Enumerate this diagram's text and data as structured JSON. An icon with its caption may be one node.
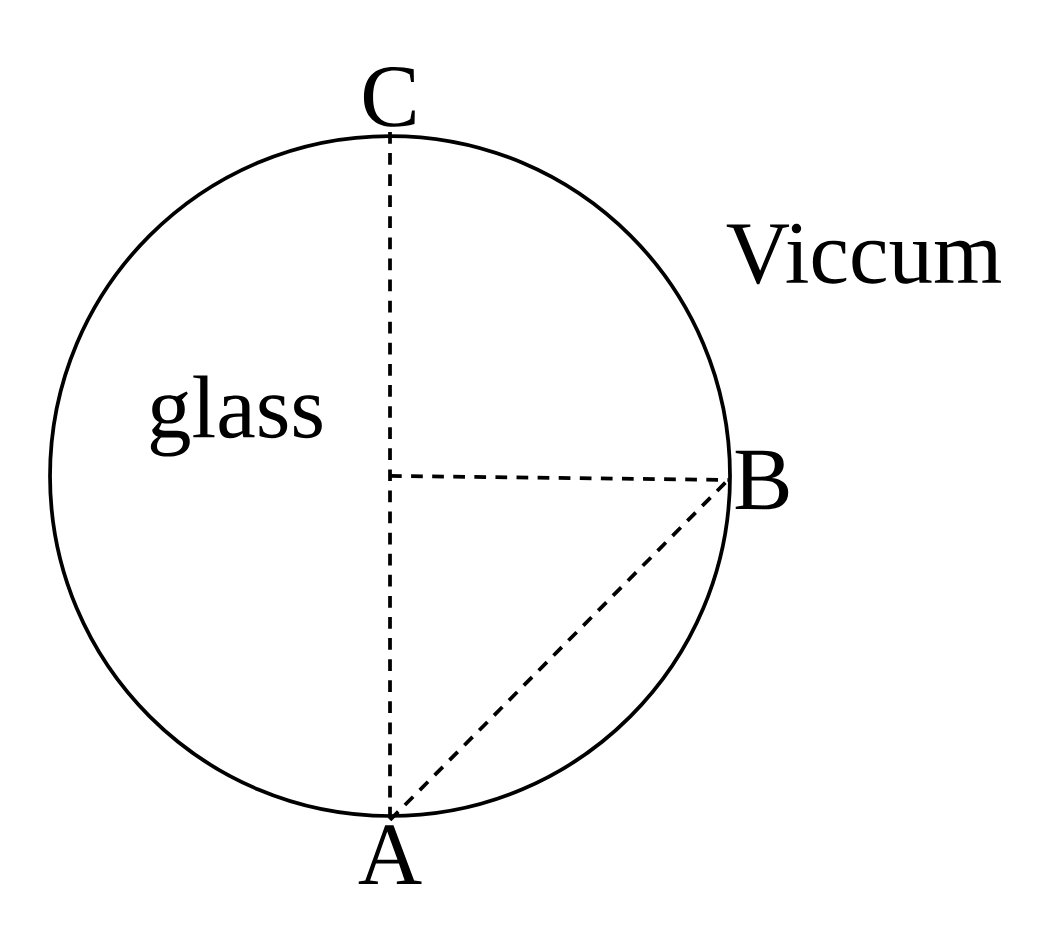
{
  "diagram": {
    "nodes": [
      {
        "text": [
          "C"
        ]
      },
      {
        "text": [
          "B"
        ]
      },
      {
        "text": [
          "A"
        ]
      }
    ],
    "edges": [
      {
        "from": 0,
        "to": 2,
        "arrow": "none",
        "style": "dashed"
      },
      {
        "from": null,
        "to": 1,
        "arrow": "none",
        "style": "dashed"
      },
      {
        "from": 2,
        "to": 1,
        "arrow": "none",
        "style": "dashed"
      }
    ],
    "labels": [
      "glass",
      "Viccum"
    ]
  }
}
